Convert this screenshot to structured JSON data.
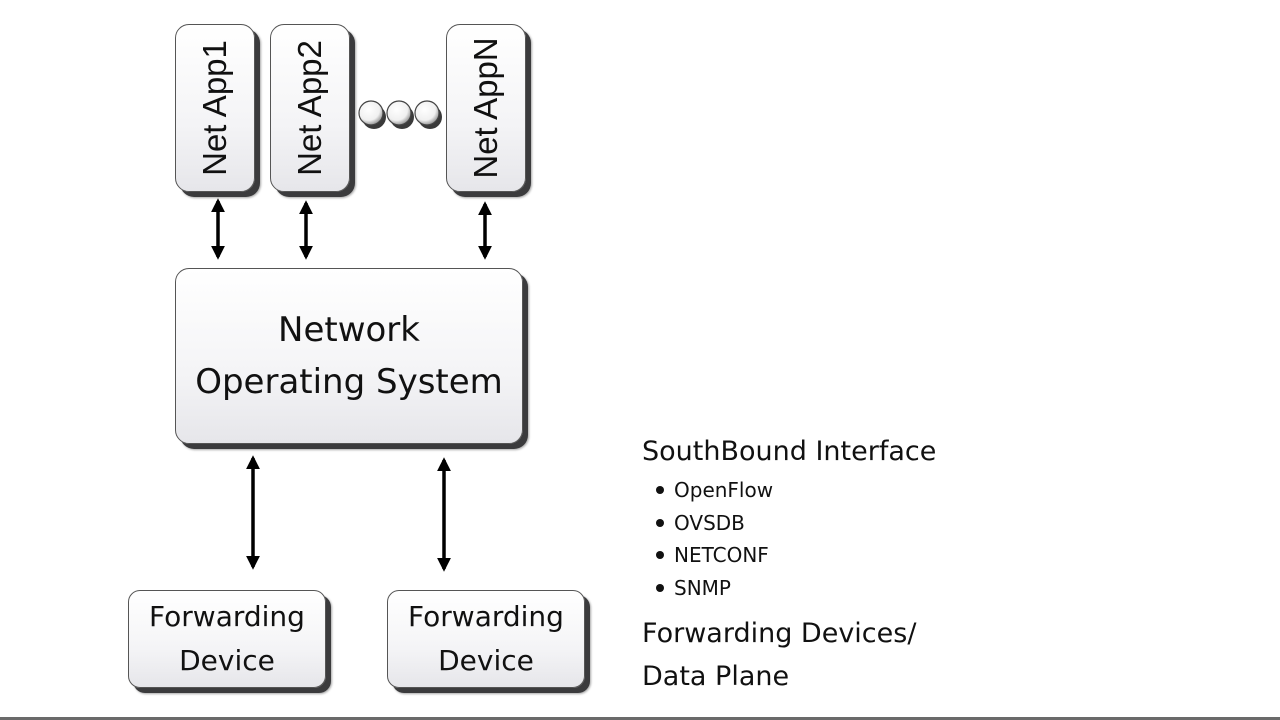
{
  "diagram": {
    "apps": [
      {
        "label": "Net App1"
      },
      {
        "label": "Net App2"
      },
      {
        "label": "Net AppN"
      }
    ],
    "ellipsis": {
      "icon": "ellipsis-dots-icon",
      "count": 3
    },
    "nos": {
      "line1": "Network",
      "line2": "Operating System"
    },
    "forwarding_devices": [
      {
        "line1": "Forwarding",
        "line2": "Device"
      },
      {
        "line1": "Forwarding",
        "line2": "Device"
      }
    ],
    "connections": [
      {
        "from": "Net App1",
        "to": "Network Operating System",
        "type": "bidirectional"
      },
      {
        "from": "Net App2",
        "to": "Network Operating System",
        "type": "bidirectional"
      },
      {
        "from": "Net AppN",
        "to": "Network Operating System",
        "type": "bidirectional"
      },
      {
        "from": "Network Operating System",
        "to": "Forwarding Device",
        "type": "bidirectional"
      },
      {
        "from": "Network Operating System",
        "to": "Forwarding Device",
        "type": "bidirectional"
      }
    ]
  },
  "southbound": {
    "title": "SouthBound Interface",
    "items": [
      "OpenFlow",
      "OVSDB",
      "NETCONF",
      "SNMP"
    ]
  },
  "data_plane": {
    "line1": "Forwarding Devices/",
    "line2": "Data Plane"
  }
}
